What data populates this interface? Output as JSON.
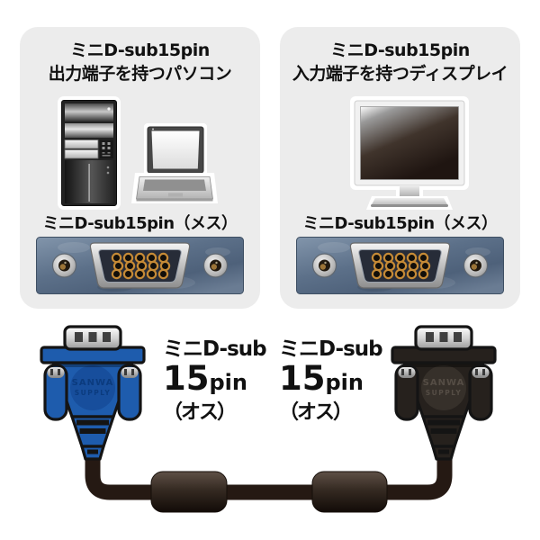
{
  "left_panel": {
    "title_line1": "ミニD-sub15pin",
    "title_line2": "出力端子を持つパソコン",
    "port_label": "ミニD-sub15pin（メス）"
  },
  "right_panel": {
    "title_line1": "ミニD-sub15pin",
    "title_line2": "入力端子を持つディスプレイ",
    "port_label": "ミニD-sub15pin（メス）"
  },
  "cable": {
    "left_connector": {
      "color": "blue",
      "brand_line1": "SANWA",
      "brand_line2": "SUPPLY",
      "label_prefix": "ミニD-sub",
      "label_number": "15",
      "label_unit": "pin",
      "label_gender": "（オス）"
    },
    "right_connector": {
      "color": "black",
      "brand_line1": "SANWA",
      "brand_line2": "SUPPLY",
      "label_prefix": "ミニD-sub",
      "label_number": "15",
      "label_unit": "pin",
      "label_gender": "（オス）"
    }
  },
  "colors": {
    "panel_bg": "#ececec",
    "text": "#111111",
    "connector_blue": "#1e5cad",
    "connector_black": "#26211d",
    "cable": "#251913",
    "port_plate_blue": "#5c7089"
  },
  "icons": {
    "desktop_tower": "desktop-pc-tower-illustration",
    "laptop": "laptop-illustration",
    "monitor": "lcd-monitor-illustration",
    "vga_female_port": "vga-female-port-photo",
    "vga_male_blue": "vga-male-connector-blue",
    "vga_male_black": "vga-male-connector-black",
    "ferrite_core": "ferrite-core"
  }
}
